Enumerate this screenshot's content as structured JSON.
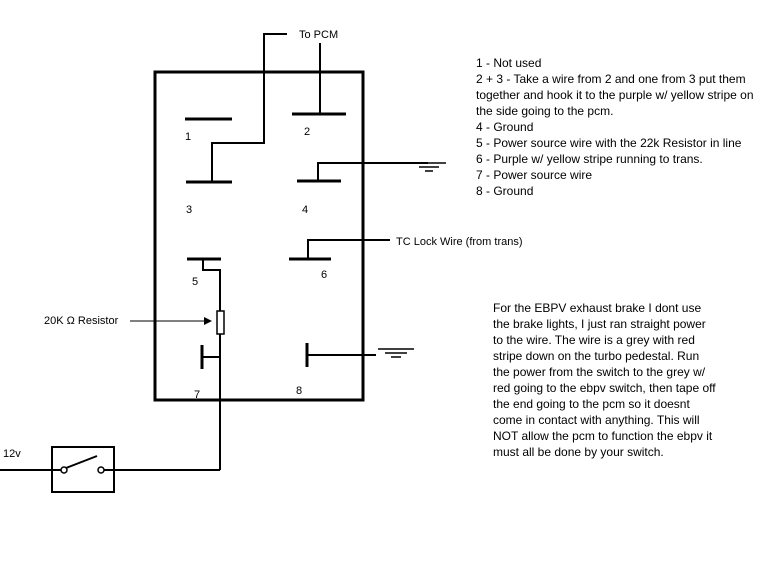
{
  "labels": {
    "to_pcm": "To PCM",
    "tc_lock_wire": "TC Lock Wire (from trans)",
    "resistor": "20K Ω  Resistor",
    "power": "12v"
  },
  "pins": [
    "1",
    "2",
    "3",
    "4",
    "5",
    "6",
    "7",
    "8"
  ],
  "pin_notes": [
    "1 - Not used",
    "2 + 3 - Take a wire from 2 and one from 3 put them together and hook it to the purple w/ yellow stripe on the side going to the pcm.",
    "4 - Ground",
    "5 - Power source wire with the 22k Resistor in line",
    "6 - Purple w/ yellow stripe running to trans.",
    "7 - Power source wire",
    "8 - Ground"
  ],
  "ebpv_note": [
    "For the EBPV exhaust brake I dont use",
    "the brake lights, I just ran straight power",
    "to the wire. The wire is a grey with red",
    "stripe down on the turbo pedestal. Run",
    "the power from the switch to the grey w/",
    "red going to the ebpv switch, then tape off",
    "the end going to the pcm so it doesnt",
    "come in contact with anything. This will",
    "NOT allow the pcm to function the ebpv it",
    "must all be done by your switch."
  ]
}
